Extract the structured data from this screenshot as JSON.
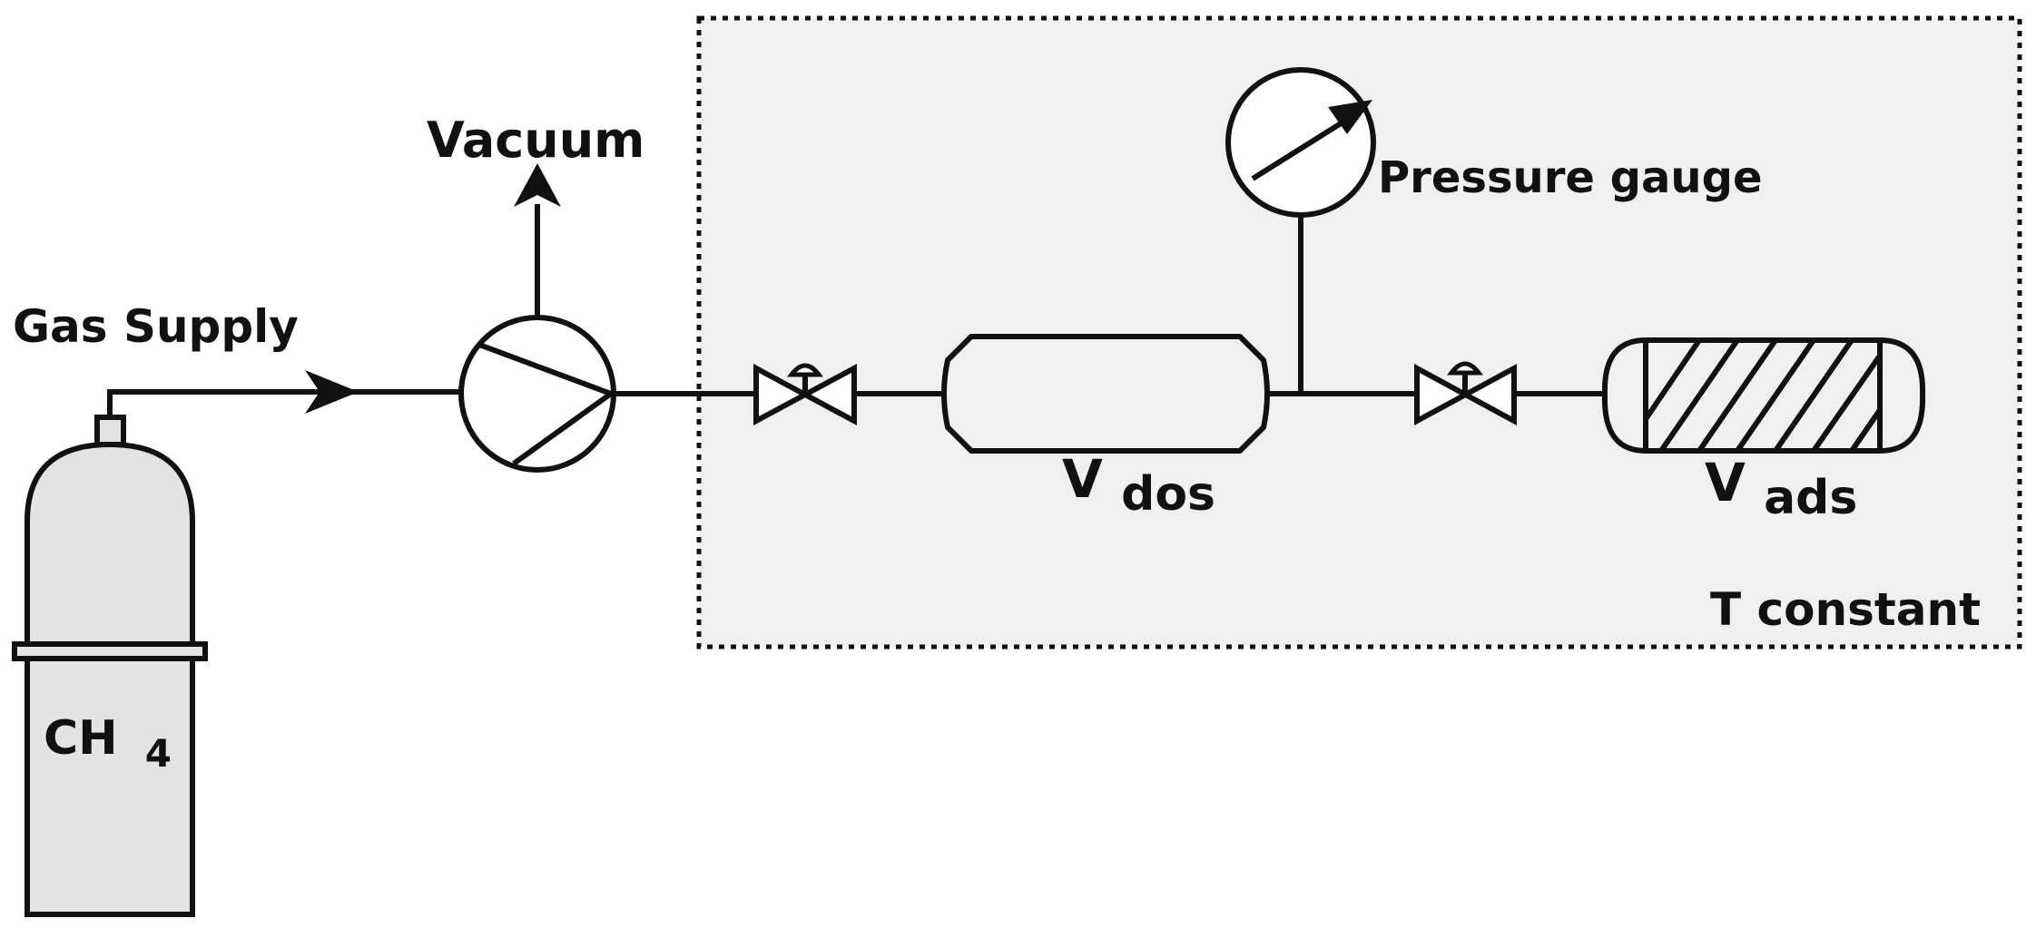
{
  "labels": {
    "vacuum": "Vacuum",
    "gas_supply": "Gas Supply",
    "pressure_gauge": "Pressure gauge",
    "t_constant": "T constant",
    "cylinder_main": "CH",
    "cylinder_sub": "4",
    "vdos_main": "V",
    "vdos_sub": "dos",
    "vads_main": "V",
    "vads_sub": "ads"
  },
  "colors": {
    "line": "#111111",
    "enclosure_fill": "#f0f0f0",
    "cylinder_fill": "#e3e3e3",
    "background": "#ffffff"
  }
}
